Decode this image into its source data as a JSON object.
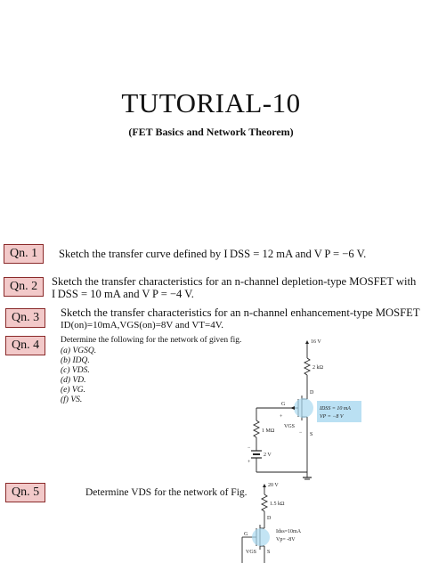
{
  "title": "TUTORIAL-10",
  "subtitle": "(FET Basics and Network Theorem)",
  "questions": [
    {
      "label": "Qn. 1",
      "text": "Sketch the transfer curve defined by I DSS = 12 mA and V P = −6 V."
    },
    {
      "label": "Qn. 2",
      "line1": "Sketch the transfer characteristics for an n-channel depletion-type MOSFET with",
      "line2": "I DSS = 10 mA and V P = −4 V."
    },
    {
      "label": "Qn. 3",
      "line1": "Sketch the transfer characteristics for an n-channel enhancement-type MOSFET with",
      "line2": "ID(on)=10mA,VGS(on)=8V and VT=4V."
    },
    {
      "label": "Qn. 4",
      "intro": "Determine the following for the network of given fig.",
      "items": [
        "(a) VGSQ.",
        "(b) IDQ.",
        "(c) VDS.",
        "(d) VD.",
        "(e) VG.",
        "(f) VS."
      ]
    },
    {
      "label": "Qn. 5",
      "text": "Determine VDS for the network of Fig."
    }
  ],
  "circuit4": {
    "vdd": "16 V",
    "rd": "2 kΩ",
    "rg": "1 MΩ",
    "vbias": "2 V",
    "idss": "IDSS = 10 mA",
    "vp": "VP = −8 V",
    "g": "G",
    "d": "D",
    "s": "S",
    "vgs": "VGS",
    "plus": "+",
    "minus": "−"
  },
  "circuit5": {
    "vdd": "20 V",
    "rd": "1.5 kΩ",
    "idss": "Idss=10mA",
    "vp": "Vp= -8V",
    "d": "D",
    "g": "G",
    "s": "S",
    "vgs": "VGS"
  }
}
